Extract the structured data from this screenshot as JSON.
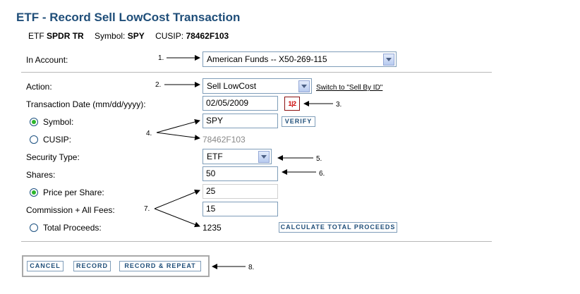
{
  "header": {
    "title": "ETF - Record Sell LowCost Transaction",
    "etf_label": "ETF",
    "etf_name": "SPDR TR",
    "symbol_label": "Symbol:",
    "symbol_value": "SPY",
    "cusip_label": "CUSIP:",
    "cusip_value": "78462F103"
  },
  "account": {
    "label": "In Account:",
    "selected": "American Funds -- X50-269-115"
  },
  "action": {
    "label": "Action:",
    "selected": "Sell LowCost",
    "switch_link": "Switch to \"Sell By ID\""
  },
  "date": {
    "label": "Transaction Date (mm/dd/yyyy):",
    "value": "02/05/2009",
    "calendar_icon_text": "1|2"
  },
  "symbol": {
    "label": "Symbol:",
    "value": "SPY",
    "verify_label": "VERIFY",
    "selected": true
  },
  "cusip": {
    "label": "CUSIP:",
    "value": "78462F103",
    "selected": false
  },
  "security_type": {
    "label": "Security Type:",
    "selected": "ETF"
  },
  "shares": {
    "label": "Shares:",
    "value": "50"
  },
  "price": {
    "label": "Price per Share:",
    "value": "25",
    "selected": true
  },
  "commission": {
    "label": "Commission + All Fees:",
    "value": "15"
  },
  "total": {
    "label": "Total Proceeds:",
    "value": "1235",
    "selected": false,
    "calc_label": "CALCULATE TOTAL PROCEEDS"
  },
  "buttons": {
    "cancel": "CANCEL",
    "record": "RECORD",
    "record_repeat": "RECORD & REPEAT"
  },
  "annotations": {
    "n1": "1.",
    "n2": "2.",
    "n3": "3.",
    "n4": "4.",
    "n5": "5.",
    "n6": "6.",
    "n7": "7.",
    "n8": "8."
  }
}
